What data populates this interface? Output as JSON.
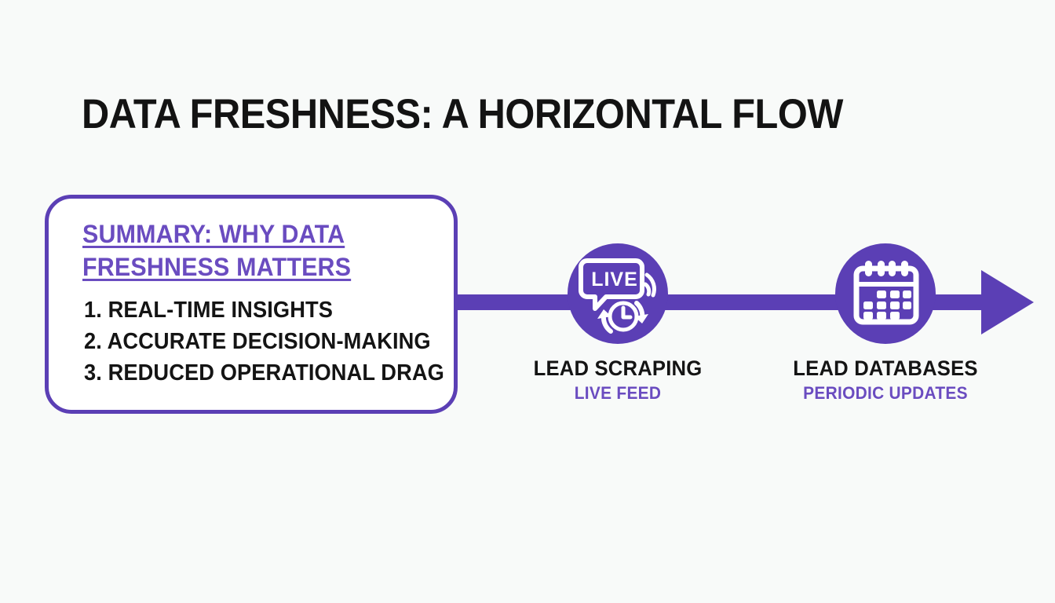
{
  "slide": {
    "title": "DATA FRESHNESS: A HORIZONTAL FLOW",
    "background_color": "#F8FAF9",
    "accent_color": "#5B3FB5",
    "heading_accent_color": "#6A4CC0",
    "text_color": "#141414"
  },
  "summary": {
    "heading": "SUMMARY: WHY DATA FRESHNESS MATTERS",
    "items": [
      "1. REAL-TIME INSIGHTS",
      "2. ACCURATE DECISION-MAKING",
      "3. REDUCED OPERATIONAL DRAG"
    ]
  },
  "flow": {
    "arrow_direction": "right",
    "arrow_color": "#5B3FB5",
    "nodes": [
      {
        "id": "lead-scraping",
        "title": "LEAD SCRAPING",
        "subtitle": "LIVE FEED",
        "icon": "live-broadcast-refresh-icon",
        "icon_badge_text": "LIVE"
      },
      {
        "id": "lead-databases",
        "title": "LEAD DATABASES",
        "subtitle": "PERIODIC UPDATES",
        "icon": "calendar-icon",
        "icon_badge_text": ""
      }
    ]
  },
  "chart_data": {
    "type": "diagram",
    "title": "DATA FRESHNESS: A HORIZONTAL FLOW",
    "layout": "horizontal-flow",
    "stages": [
      {
        "label": "LEAD SCRAPING",
        "cadence": "LIVE FEED",
        "icon": "live-broadcast-refresh-icon"
      },
      {
        "label": "LEAD DATABASES",
        "cadence": "PERIODIC UPDATES",
        "icon": "calendar-icon"
      }
    ],
    "callout": {
      "heading": "SUMMARY: WHY DATA FRESHNESS MATTERS",
      "points": [
        "1. REAL-TIME INSIGHTS",
        "2. ACCURATE DECISION-MAKING",
        "3. REDUCED OPERATIONAL DRAG"
      ]
    }
  }
}
